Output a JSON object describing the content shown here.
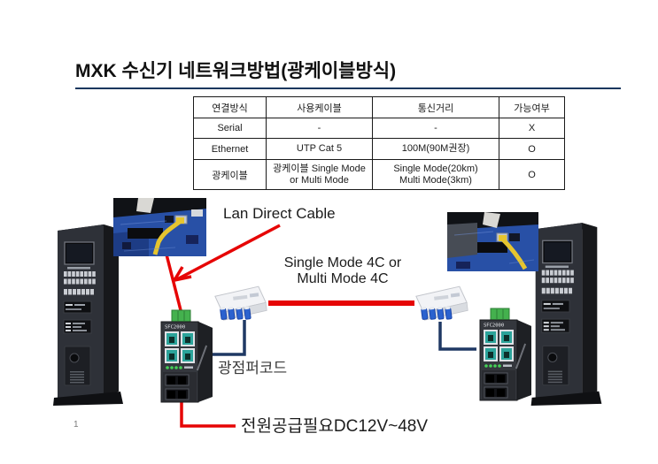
{
  "slide": {
    "title": "MXK 수신기 네트워크방법(광케이블방식)",
    "page_number": "1"
  },
  "table": {
    "headers": [
      "연결방식",
      "사용케이블",
      "통신거리",
      "가능여부"
    ],
    "rows": [
      {
        "method": "Serial",
        "cable": [
          "-"
        ],
        "distance": [
          "-"
        ],
        "available": "X"
      },
      {
        "method": "Ethernet",
        "cable": [
          "UTP Cat 5"
        ],
        "distance": [
          "100M(90M권장)"
        ],
        "available": "O"
      },
      {
        "method": "광케이블",
        "cable": [
          "광케이블 Single Mode",
          "or Multi Mode"
        ],
        "distance": [
          "Single Mode(20km)",
          "Multi Mode(3km)"
        ],
        "available": "O"
      }
    ]
  },
  "diagram": {
    "lan_label": "Lan Direct Cable",
    "fiber_label_line1": "Single Mode 4C or",
    "fiber_label_line2": "Multi Mode 4C",
    "jumper_label": "광점퍼코드",
    "power_label": "전원공급필요DC12V~48V",
    "switch_model": "SFC2000"
  },
  "colors": {
    "accent_red": "#e60505",
    "line_blue": "#1f3864",
    "underline_blue": "#17375e",
    "table_border": "#1a1a1a",
    "port_teal": "#2ba39a",
    "terminal_green": "#44b14e",
    "pcb_blue": "#2850a6",
    "cable_yellow": "#e6c52e"
  }
}
